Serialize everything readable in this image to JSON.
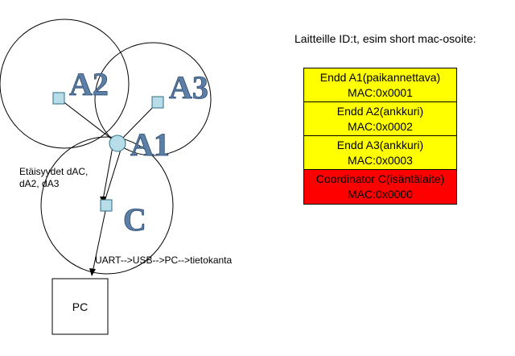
{
  "diagram": {
    "nodes": {
      "a1": "A1",
      "a2": "A2",
      "a3": "A3",
      "c": "C"
    },
    "distances": [
      "Etäisyydet dAC,",
      "dA2, dA3"
    ],
    "link": "UART-->USB-->PC-->tietokanta",
    "pc": "PC"
  },
  "heading": "Laitteille ID:t, esim short mac-osoite:",
  "devices": [
    {
      "name": "Endd A1(paikannettava)",
      "mac": "MAC:0x0001",
      "color": "#ffff00"
    },
    {
      "name": "Endd A2(ankkuri)",
      "mac": "MAC:0x0002",
      "color": "#ffff00"
    },
    {
      "name": "Endd A3(ankkuri)",
      "mac": "MAC:0x0003",
      "color": "#ffff00"
    },
    {
      "name": "Coordinator C(isäntälaite)",
      "mac": "MAC:0x0000",
      "color": "#ff0000"
    }
  ],
  "colors": {
    "node_fill": "#b7dde8",
    "node_stroke": "#2e6e86"
  }
}
